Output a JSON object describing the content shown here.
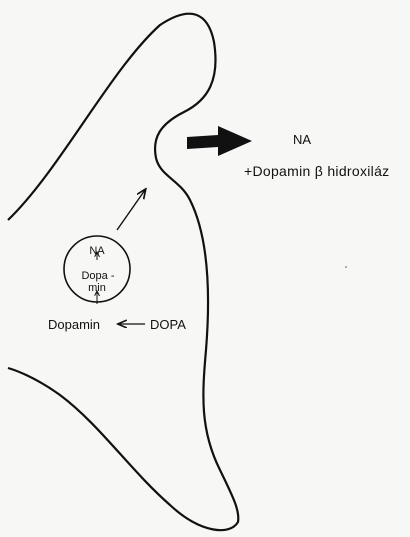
{
  "labels": {
    "na_top": "NA",
    "release_line": "+Dopamin β hidroxiláz",
    "vesicle_na": "NA",
    "vesicle_dopa": "Dopa -",
    "vesicle_min": "min",
    "dopamin": "Dopamin",
    "dopa": "DOPA"
  },
  "colors": {
    "ink": "#111111",
    "paper": "#f7f7f5"
  }
}
